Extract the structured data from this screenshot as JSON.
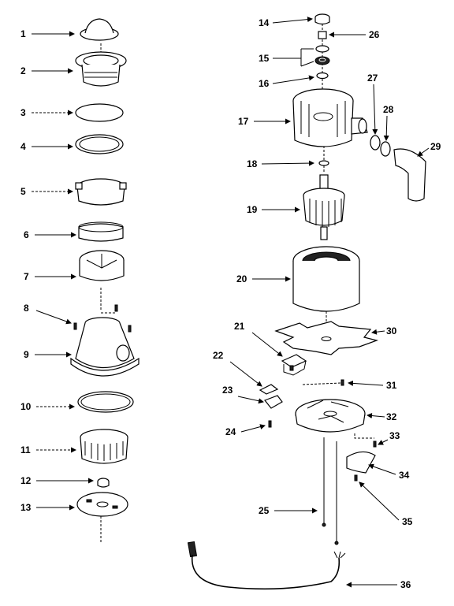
{
  "labels": {
    "p1": "1",
    "p2": "2",
    "p3": "3",
    "p4": "4",
    "p5": "5",
    "p6": "6",
    "p7": "7",
    "p8": "8",
    "p9": "9",
    "p10": "10",
    "p11": "11",
    "p12": "12",
    "p13": "13",
    "p14": "14",
    "p15": "15",
    "p16": "16",
    "p17": "17",
    "p18": "18",
    "p19": "19",
    "p20": "20",
    "p21": "21",
    "p22": "22",
    "p23": "23",
    "p24": "24",
    "p25": "25",
    "p26": "26",
    "p27": "27",
    "p28": "28",
    "p29": "29",
    "p30": "30",
    "p31": "31",
    "p32": "32",
    "p33": "33",
    "p34": "34",
    "p35": "35",
    "p36": "36"
  }
}
